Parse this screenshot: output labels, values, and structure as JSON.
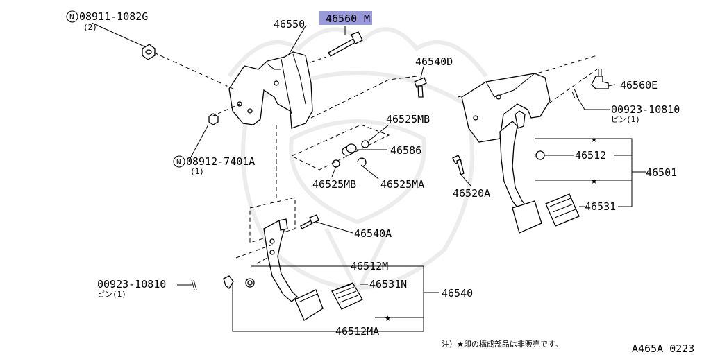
{
  "diagram_id": "A465A 0223",
  "footnote": "注）★印の構成部品は非販売です。",
  "labels": {
    "nut_top": "08911-1082G",
    "nut_top_qty": "(2)",
    "nut_mid": "08912-7401A",
    "nut_mid_qty": "(1)",
    "bracket": "46550",
    "bolt_top": "46560",
    "bolt_top_suffix": "M",
    "bolt_d": "46540D",
    "bush_mb_top": "46525MB",
    "spring": "46586",
    "bush_mb_bot": "46525MB",
    "bush_ma": "46525MA",
    "bolt_a": "46540A",
    "stopper_m": "46512M",
    "pad_n": "46531N",
    "pedal_assy": "46540",
    "stopper_ma": "46512MA",
    "pin_left": "00923-10810",
    "pin_left_sub": "ピン(1)",
    "pin_right": "00923-10810",
    "pin_right_sub": "ピン(1)",
    "bolt_e": "46560E",
    "stopper_r": "46512",
    "brake_assy": "46501",
    "bolt_r": "46520A",
    "pad_r": "46531"
  },
  "circle_mark": "N",
  "star_mark": "★",
  "highlight_color": "#9a9adb"
}
